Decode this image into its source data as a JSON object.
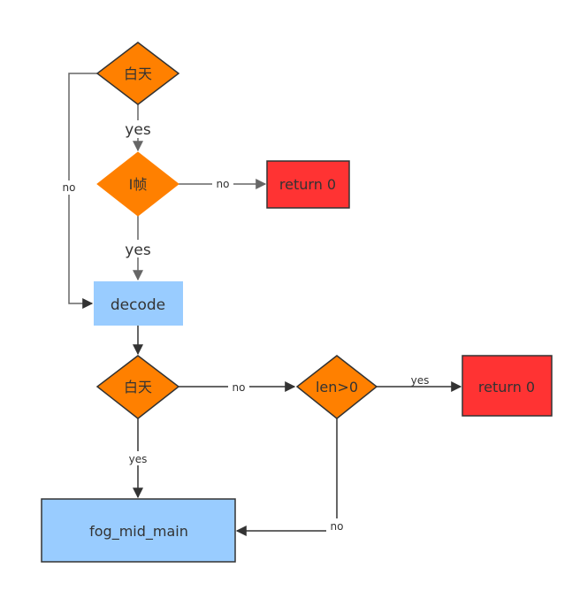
{
  "nodes": {
    "d1": {
      "label": "白天",
      "fill": "#FF8000"
    },
    "d2": {
      "label": "I帧",
      "fill": "#FF8000"
    },
    "r1": {
      "label": "return 0",
      "fill": "#FF3333"
    },
    "decode": {
      "label": "decode",
      "fill": "#99CCFF"
    },
    "d3": {
      "label": "白天",
      "fill": "#FF8000"
    },
    "d4": {
      "label": "len>0",
      "fill": "#FF8000"
    },
    "r2": {
      "label": "return 0",
      "fill": "#FF3333"
    },
    "fog": {
      "label": "fog_mid_main",
      "fill": "#99CCFF"
    }
  },
  "edges": {
    "d1_d2": "yes",
    "d1_decode": "no",
    "d2_r1": "no",
    "d2_decode": "yes",
    "d3_d4": "no",
    "d4_r2": "yes",
    "d3_fog": "yes",
    "d4_fog": "no"
  }
}
